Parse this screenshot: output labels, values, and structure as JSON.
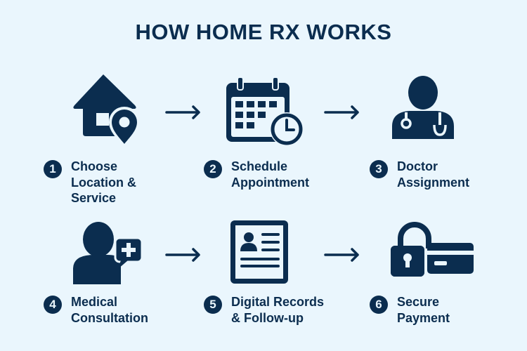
{
  "title": "HOW HOME RX WORKS",
  "colors": {
    "background": "#eaf6fd",
    "navy": "#0b2d4f"
  },
  "steps": [
    {
      "number": "1",
      "lines": [
        "Choose",
        "Location &",
        "Service"
      ],
      "icon": "house-location-icon"
    },
    {
      "number": "2",
      "lines": [
        "Schedule",
        "Appointment"
      ],
      "icon": "calendar-clock-icon"
    },
    {
      "number": "3",
      "lines": [
        "Doctor",
        "Assignment"
      ],
      "icon": "doctor-icon"
    },
    {
      "number": "4",
      "lines": [
        "Medical",
        "Consultation"
      ],
      "icon": "patient-medical-chat-icon"
    },
    {
      "number": "5",
      "lines": [
        "Digital Records",
        "& Follow-up"
      ],
      "icon": "digital-record-icon"
    },
    {
      "number": "6",
      "lines": [
        "Secure",
        "Payment"
      ],
      "icon": "lock-card-icon"
    }
  ]
}
